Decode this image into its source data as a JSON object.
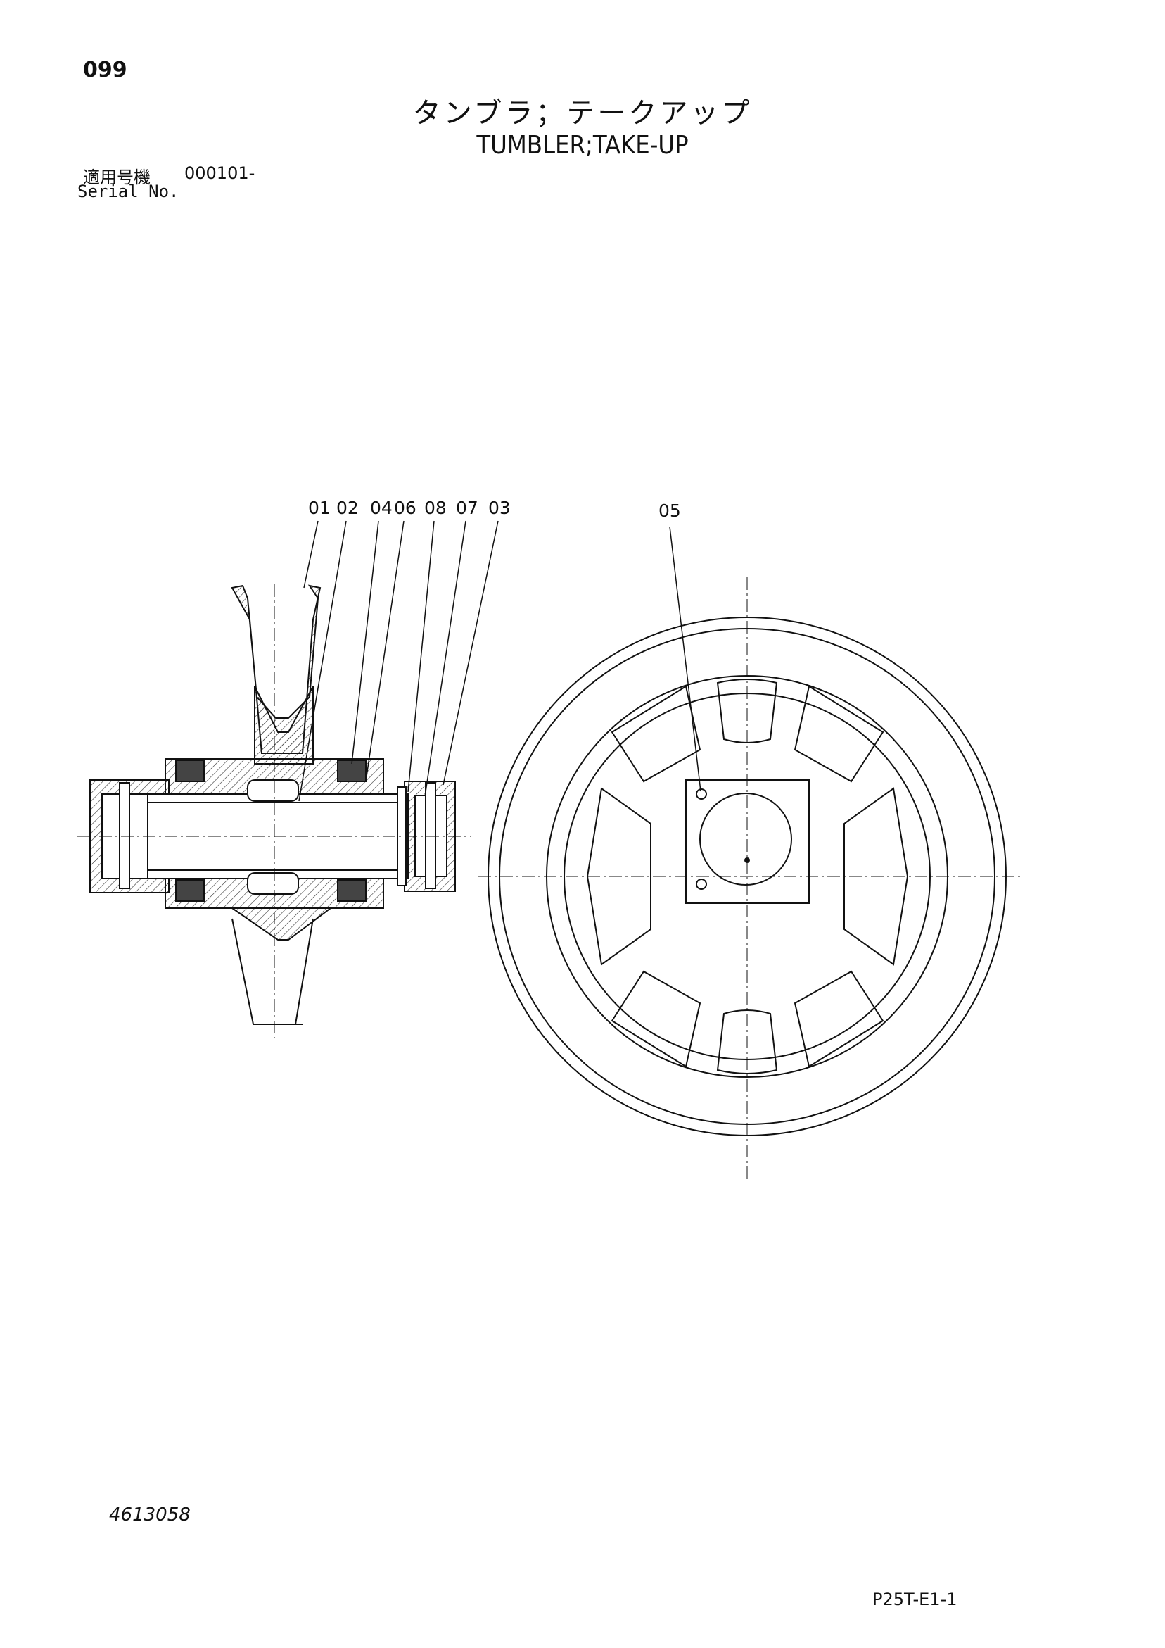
{
  "page_number": "099",
  "title_jp": "タンブラ；テークアップ",
  "title_en": "TUMBLER;TAKE-UP",
  "serial": {
    "label_jp": "適用号機",
    "label_en": "Serial No.",
    "value": "000101-"
  },
  "callouts": {
    "c01": "01",
    "c02": "02",
    "c04": "04",
    "c06": "06",
    "c08": "08",
    "c07": "07",
    "c03": "03",
    "c05": "05"
  },
  "drawing_number": "4613058",
  "page_code": "P25T-E1-1"
}
